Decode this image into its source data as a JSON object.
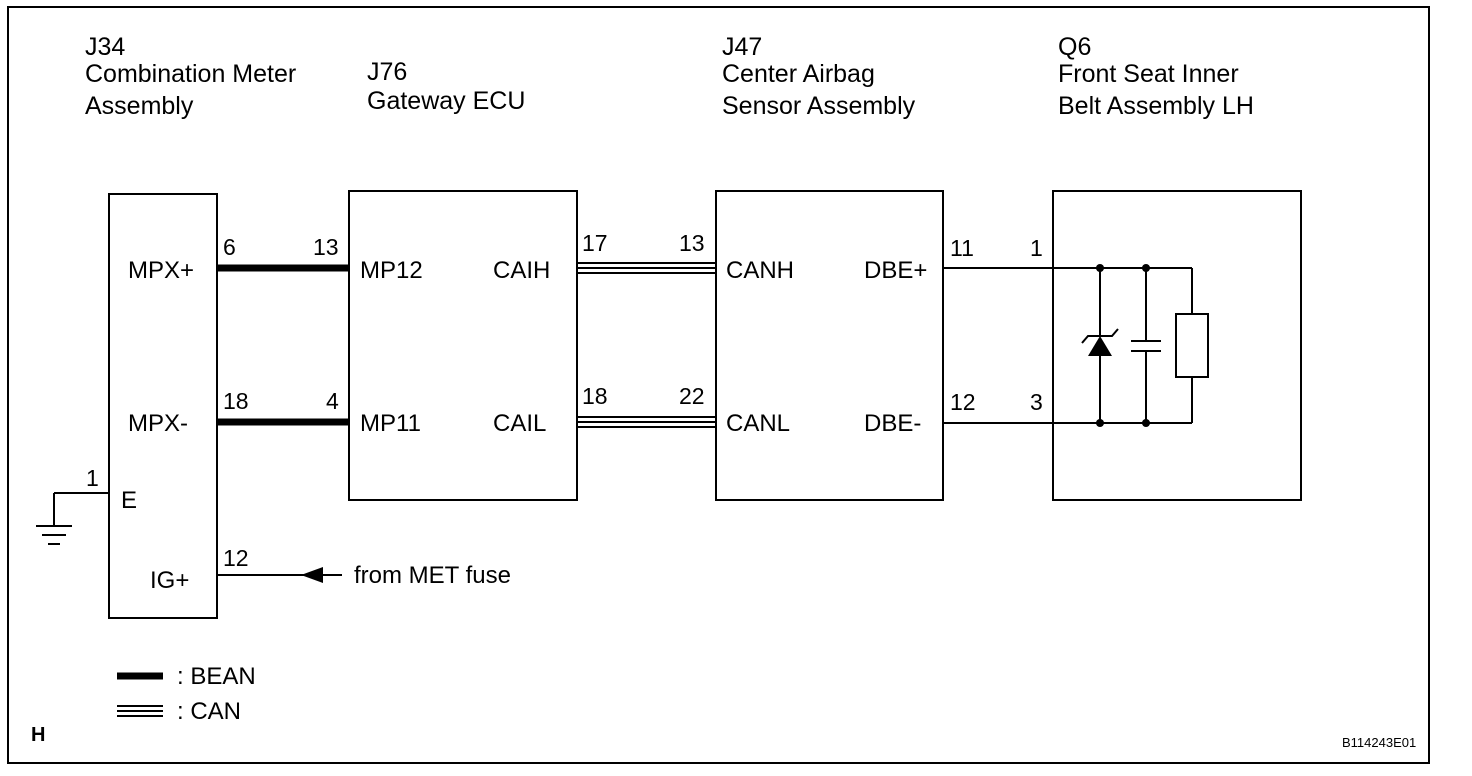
{
  "components": {
    "j34": {
      "code": "J34",
      "name_line1": "Combination Meter",
      "name_line2": "Assembly"
    },
    "j76": {
      "code": "J76",
      "name_line1": "Gateway ECU"
    },
    "j47": {
      "code": "J47",
      "name_line1": "Center Airbag",
      "name_line2": "Sensor  Assembly"
    },
    "q6": {
      "code": "Q6",
      "name_line1": "Front Seat Inner",
      "name_line2": "Belt Assembly LH"
    }
  },
  "terminals": {
    "j34": {
      "mpx_plus": "MPX+",
      "mpx_minus": "MPX-",
      "e": "E",
      "ig_plus": "IG+"
    },
    "j76": {
      "mp12": "MP12",
      "mp11": "MP11",
      "caih": "CAIH",
      "cail": "CAIL"
    },
    "j47": {
      "canh": "CANH",
      "canl": "CANL",
      "dbe_plus": "DBE+",
      "dbe_minus": "DBE-"
    }
  },
  "pins": {
    "j34_mpx_plus": "6",
    "j76_mp12": "13",
    "j34_mpx_minus": "18",
    "j76_mp11": "4",
    "j76_caih": "17",
    "j47_canh": "13",
    "j76_cail": "18",
    "j47_canl": "22",
    "j47_dbe_plus": "11",
    "q6_pin1": "1",
    "j47_dbe_minus": "12",
    "q6_pin3": "3",
    "j34_e": "1",
    "j34_ig_plus": "12"
  },
  "fuse_note": "from MET fuse",
  "legend": {
    "bean": ": BEAN",
    "can": ": CAN"
  },
  "corner_mark": "H",
  "figure_code": "B114243E01"
}
